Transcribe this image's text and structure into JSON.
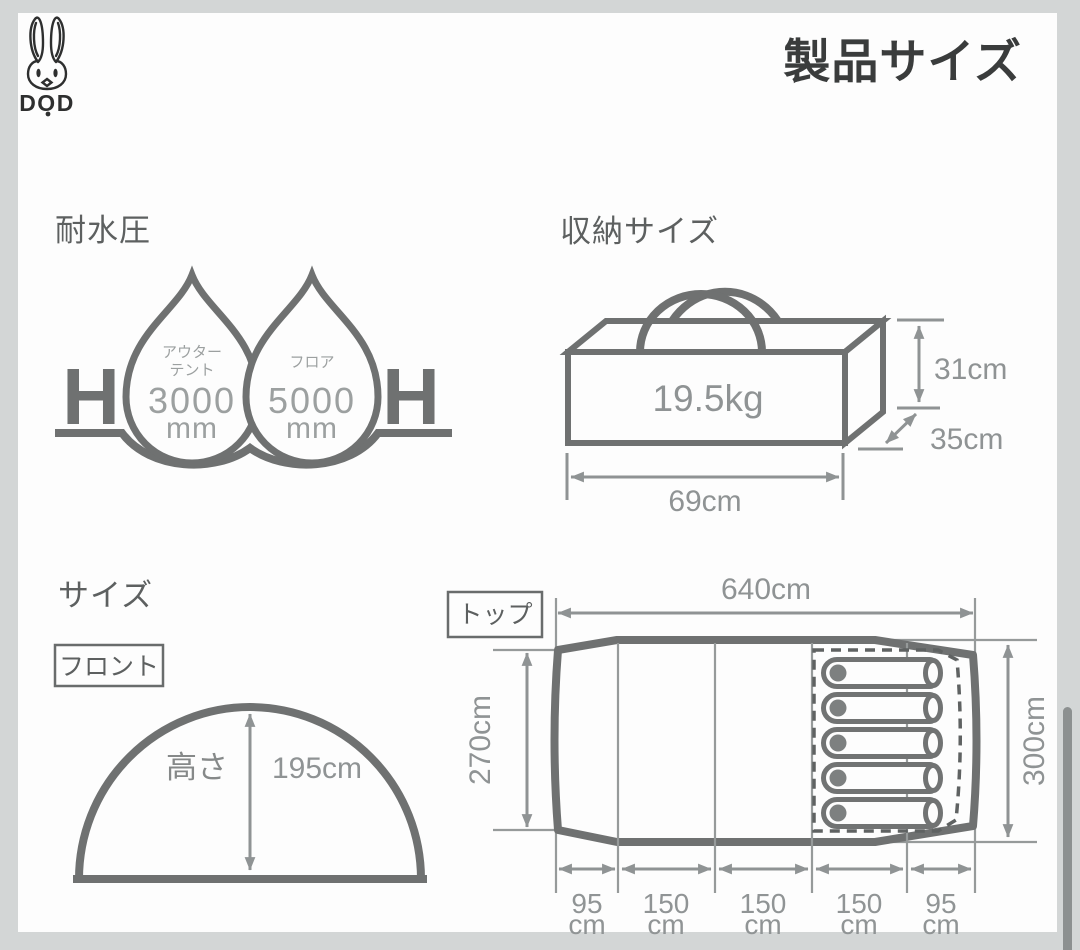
{
  "logo": {
    "brand": "DOD"
  },
  "title": "製品サイズ",
  "water_resistance": {
    "heading": "耐水圧",
    "h_marker": "H",
    "drops": [
      {
        "label_line1": "アウター",
        "label_line2": "テント",
        "value": "3000",
        "unit": "mm"
      },
      {
        "label_line1": "フロア",
        "value": "5000",
        "unit": "mm"
      }
    ]
  },
  "storage": {
    "heading": "収納サイズ",
    "weight": "19.5kg",
    "dims": {
      "height": "31cm",
      "depth": "35cm",
      "width": "69cm"
    }
  },
  "size": {
    "heading": "サイズ",
    "front_view": {
      "label": "フロント",
      "height_label": "高さ",
      "height_value": "195cm"
    },
    "top_view": {
      "label": "トップ",
      "total_width": "640cm",
      "left_depth": "270cm",
      "right_depth": "300cm",
      "sleeping_bag_count": 5,
      "segments": [
        {
          "value": "95",
          "unit": "cm"
        },
        {
          "value": "150",
          "unit": "cm"
        },
        {
          "value": "150",
          "unit": "cm"
        },
        {
          "value": "150",
          "unit": "cm"
        },
        {
          "value": "95",
          "unit": "cm"
        }
      ]
    }
  },
  "colors": {
    "background": "#d3d6d6",
    "surface": "#fdfdfd",
    "diagram_line": "#6f7171",
    "dimension_line": "#8f9394",
    "value_text": "#9ca0a0",
    "heading_text": "#5d6060",
    "title_text": "#3a3c3c",
    "scrollbar_thumb": "#8c9090"
  }
}
